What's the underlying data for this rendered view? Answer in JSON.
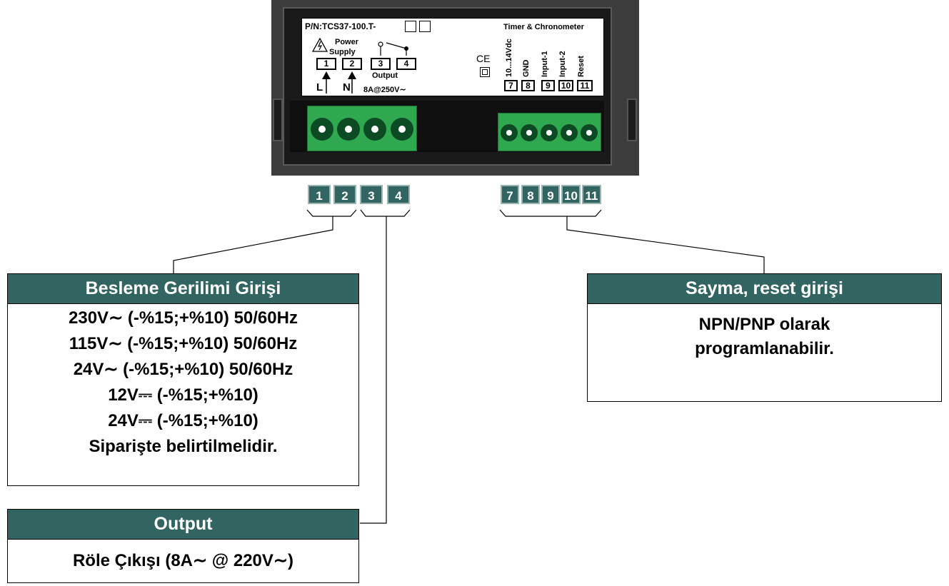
{
  "device": {
    "part_number": "P/N:TCS37-100.T-",
    "product_name": "Timer & Chronometer",
    "power_supply_label": [
      "Power",
      "Supply"
    ],
    "terminal_labels_top": [
      "1",
      "2",
      "3",
      "4"
    ],
    "line_label": "L",
    "neutral_label": "N",
    "output_label": "Output",
    "output_rating": "8A@250V∼",
    "ce_mark": "CE",
    "input_labels": [
      "10...14Vdc",
      "GND",
      "Input-1",
      "Input-2",
      "Reset"
    ],
    "input_terminals_top": [
      "7",
      "8",
      "9",
      "10",
      "11"
    ]
  },
  "terminals": {
    "left": [
      "1",
      "2",
      "3",
      "4"
    ],
    "right": [
      "7",
      "8",
      "9",
      "10",
      "11"
    ]
  },
  "supply_box": {
    "title": "Besleme Gerilimi Girişi",
    "lines": [
      "230V∼ (-%15;+%10) 50/60Hz",
      "115V∼ (-%15;+%10) 50/60Hz",
      "24V∼ (-%15;+%10) 50/60Hz",
      "12V⎓ (-%15;+%10)",
      "24V⎓ (-%15;+%10)",
      "Siparişte belirtilmelidir."
    ]
  },
  "input_box": {
    "title": "Sayma, reset girişi",
    "lines": [
      "NPN/PNP olarak",
      "programlanabilir."
    ]
  },
  "output_box": {
    "title": "Output",
    "text": "Röle Çıkışı (8A∼ @ 220V∼)"
  },
  "colors": {
    "header": "#326462",
    "connector": "#2fa84f",
    "device": "#3d3d3d"
  }
}
